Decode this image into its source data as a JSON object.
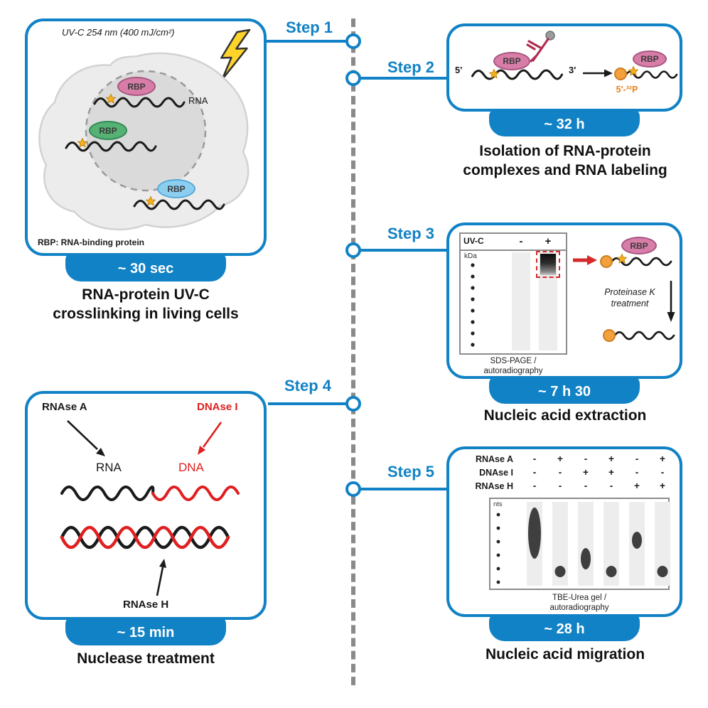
{
  "steps": [
    {
      "label": "Step 1",
      "duration": "~ 30 sec",
      "caption": [
        "RNA-protein UV-C",
        "crosslinking in living cells"
      ]
    },
    {
      "label": "Step 2",
      "duration": "~ 32 h",
      "caption": [
        "Isolation of RNA-protein",
        "complexes and RNA labeling"
      ]
    },
    {
      "label": "Step 3",
      "duration": "~ 7 h 30",
      "caption": [
        "Nucleic acid extraction"
      ]
    },
    {
      "label": "Step 4",
      "duration": "~ 15 min",
      "caption": [
        "Nuclease treatment"
      ]
    },
    {
      "label": "Step 5",
      "duration": "~ 28 h",
      "caption": [
        "Nucleic acid migration"
      ]
    }
  ],
  "panel1": {
    "uv_label": "UV-C 254 nm (400 mJ/cm²)",
    "rbp_pink": "RBP",
    "rbp_green": "RBP",
    "rbp_blue": "RBP",
    "rna_label": "RNA",
    "footnote": "RBP: RNA-binding protein"
  },
  "panel2": {
    "five_prime": "5'",
    "three_prime": "3'",
    "rbp": "RBP",
    "rbp_labeled": "RBP",
    "radiolabel": "5'-³²P"
  },
  "panel3": {
    "gel_header": "UV-C",
    "lane_minus": "-",
    "lane_plus": "+",
    "kda": "kDa",
    "gel_caption_line1": "SDS-PAGE /",
    "gel_caption_line2": "autoradiography",
    "rbp": "RBP",
    "proteinase_line1": "Proteinase K",
    "proteinase_line2": "treatment"
  },
  "panel4": {
    "rnase_a": "RNAse A",
    "dnase_i": "DNAse I",
    "rna": "RNA",
    "dna": "DNA",
    "rnase_h": "RNAse H"
  },
  "panel5": {
    "rows": [
      {
        "name": "RNAse A",
        "values": [
          "-",
          "+",
          "-",
          "+",
          "-",
          "+"
        ]
      },
      {
        "name": "DNAse I",
        "values": [
          "-",
          "-",
          "+",
          "+",
          "-",
          "-"
        ]
      },
      {
        "name": "RNAse H",
        "values": [
          "-",
          "-",
          "-",
          "-",
          "+",
          "+"
        ]
      }
    ],
    "nts": "nts",
    "gel_caption_line1": "TBE-Urea gel /",
    "gel_caption_line2": "autoradiography"
  },
  "colors": {
    "accent_blue": "#1182c5",
    "rbp_pink": "#d77da8",
    "rbp_green": "#55b274",
    "rbp_blue": "#8bcef0",
    "crosslink_yellow": "#f6b11f",
    "radiolabel_orange": "#f2a13c",
    "dna_red": "#e02020",
    "antibody_red": "#b02d52",
    "dashed_line_gray": "#8a8a8a"
  }
}
